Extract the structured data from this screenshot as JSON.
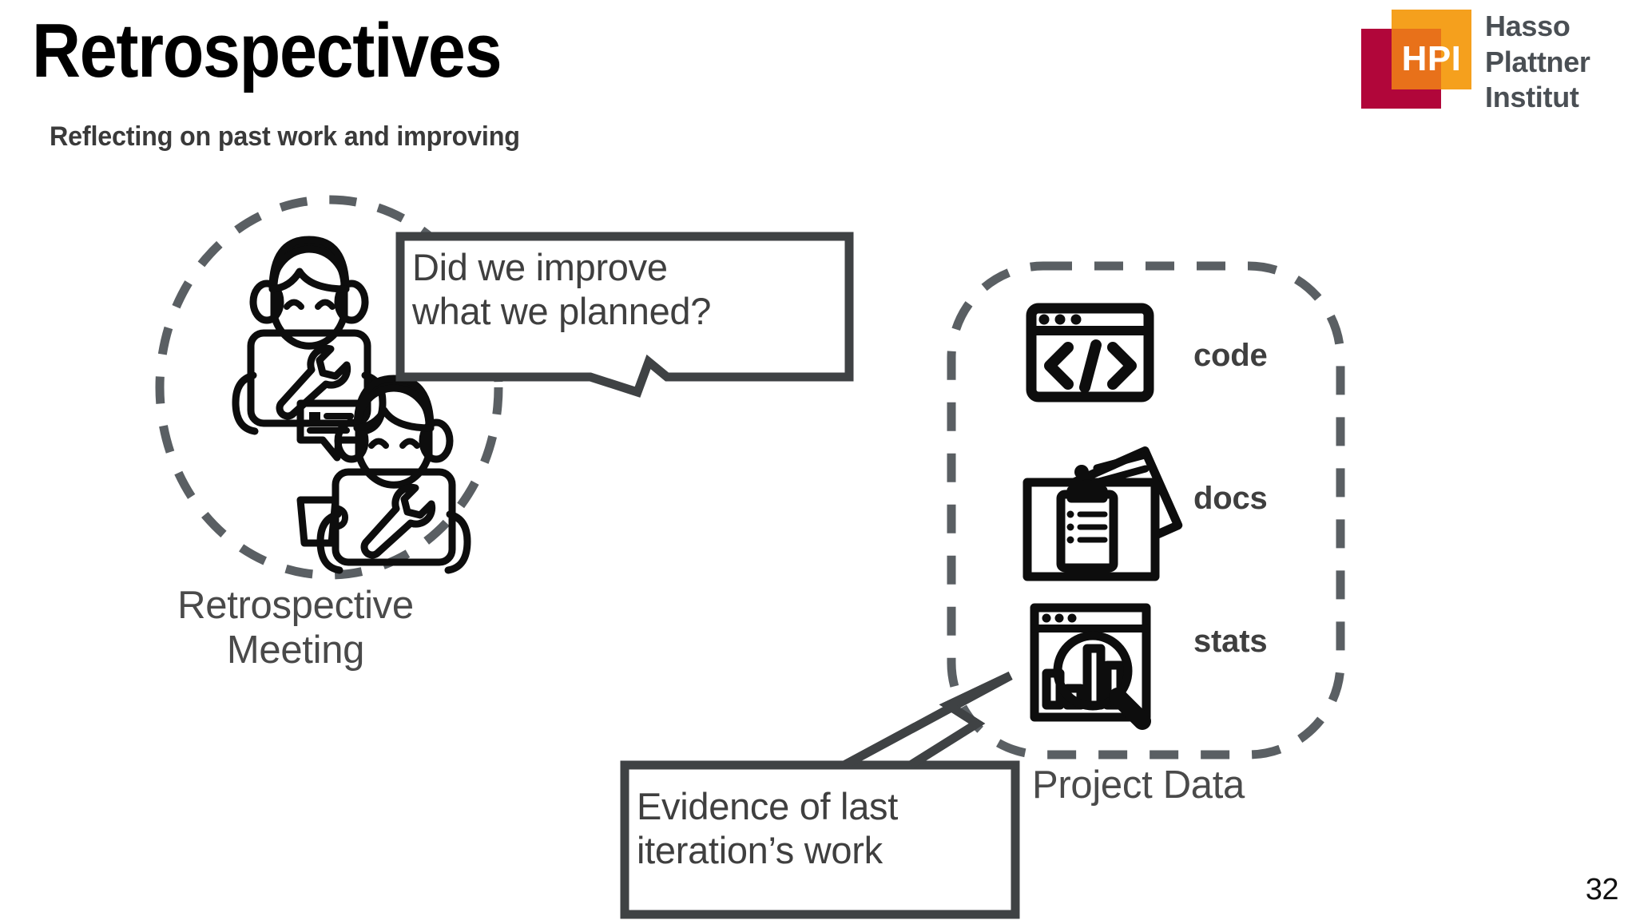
{
  "slide": {
    "title": "Retrospectives",
    "subtitle": "Reflecting on past work and improving",
    "page_number": "32",
    "background_color": "#FFFFFF"
  },
  "logo": {
    "abbreviation": "HPI",
    "name_line_1": "Hasso",
    "name_line_2": "Plattner",
    "name_line_3": "Institut",
    "colors": {
      "crimson": "#B1063A",
      "amber": "#F5A01D",
      "overlap": "#E8711A",
      "wordmark": "#4A4F54"
    }
  },
  "diagram": {
    "left_group": {
      "caption": "Retrospective\nMeeting",
      "boundary_shape": "dashed-ellipse",
      "boundary_color": "#5A5F63",
      "people_count": 2,
      "icons": [
        "person-with-laptop-icon",
        "chat-bubble-icon",
        "person-with-laptop-icon",
        "coffee-cup-icon"
      ]
    },
    "speech_bubble_top": {
      "text": "Did we improve\nwhat we planned?",
      "tail_direction": "down-left",
      "border_color": "#3F4244"
    },
    "speech_bubble_bottom": {
      "text": "Evidence of last\niteration’s work",
      "tail_direction": "up-right",
      "border_color": "#3F4244"
    },
    "right_group": {
      "caption": "Project Data",
      "boundary_shape": "dashed-rounded-rectangle",
      "boundary_color": "#5A5F63",
      "items": [
        {
          "label": "code",
          "icon": "code-window-icon"
        },
        {
          "label": "docs",
          "icon": "clipboard-documents-icon"
        },
        {
          "label": "stats",
          "icon": "bar-chart-magnifier-icon"
        }
      ]
    }
  }
}
